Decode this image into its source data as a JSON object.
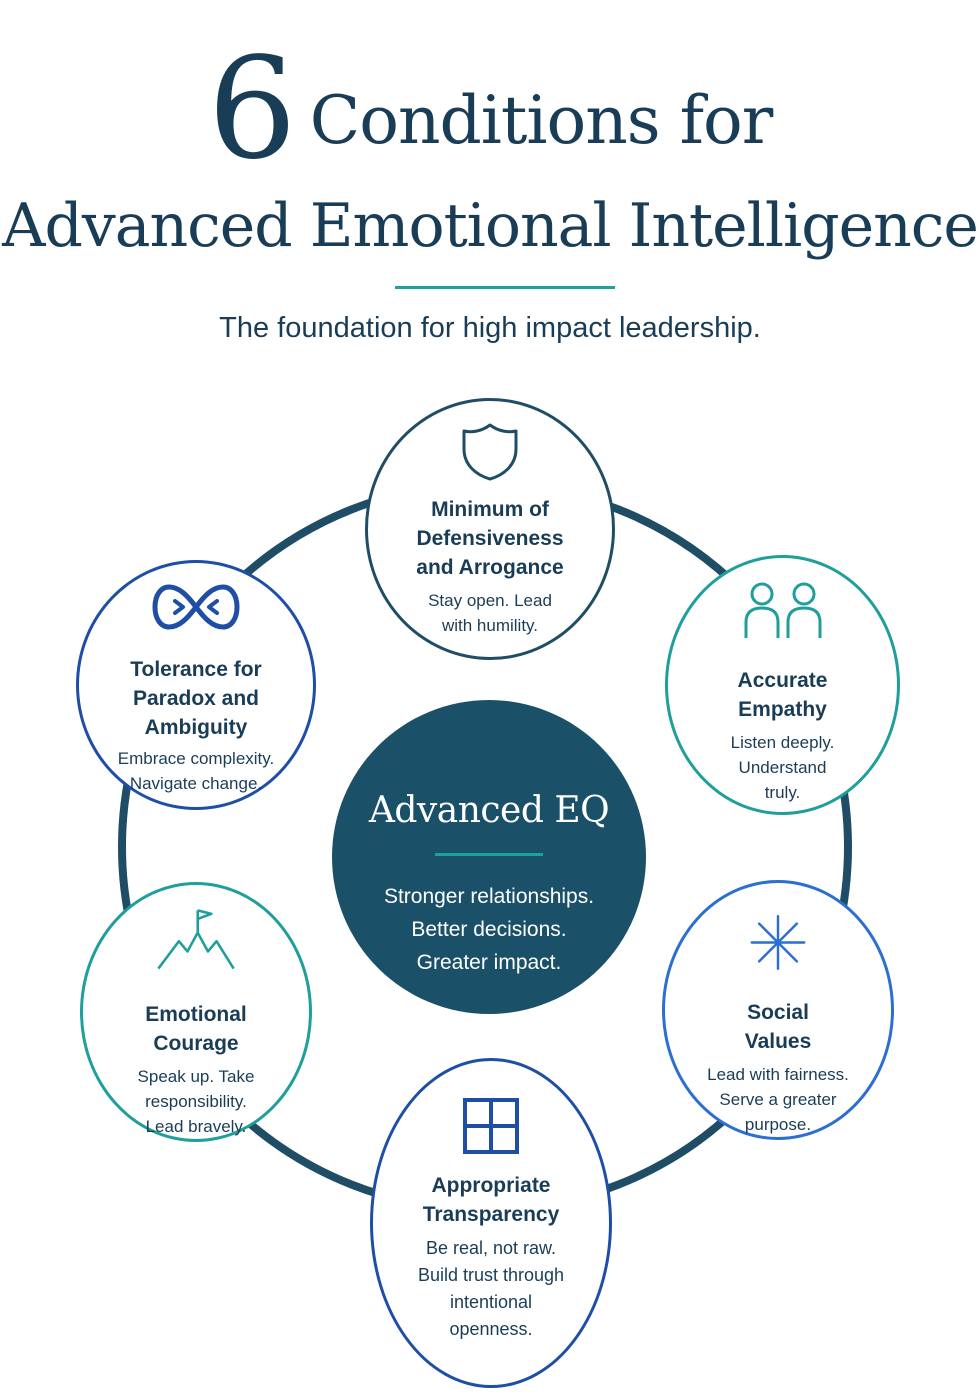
{
  "header": {
    "title_number": "6",
    "title_line1": "Conditions for",
    "title_line2": "Advanced Emotional Intelligence",
    "subtitle": "The foundation for high impact leadership."
  },
  "hub": {
    "title": "Advanced EQ",
    "lines": [
      "Stronger relationships.",
      "Better decisions.",
      "Greater impact."
    ]
  },
  "conditions": [
    {
      "icon": "shield-icon",
      "title": "Minimum of\nDefensiveness\nand Arrogance",
      "desc": "Stay open. Lead\nwith humility."
    },
    {
      "icon": "two-people-icon",
      "title": "Accurate\nEmpathy",
      "desc": "Listen deeply.\nUnderstand\ntruly."
    },
    {
      "icon": "asterisk-star-icon",
      "title": "Social\nValues",
      "desc": "Lead with fairness.\nServe a greater\npurpose."
    },
    {
      "icon": "window-grid-icon",
      "title": "Appropriate\nTransparency",
      "desc": "Be real, not raw.\nBuild trust through\nintentional\nopenness."
    },
    {
      "icon": "mountain-flag-icon",
      "title": "Emotional\nCourage",
      "desc": "Speak up. Take\nresponsibility.\nLead bravely."
    },
    {
      "icon": "infinity-heart-icon",
      "title": "Tolerance for\nParadox and\nAmbiguity",
      "desc": "Embrace complexity.\nNavigate change."
    }
  ],
  "colors": {
    "navy": "#1a3d57",
    "teal": "#1ba39c",
    "hub": "#1a5068",
    "blue": "#1f4ea6",
    "bright_blue": "#2a6fd1"
  }
}
